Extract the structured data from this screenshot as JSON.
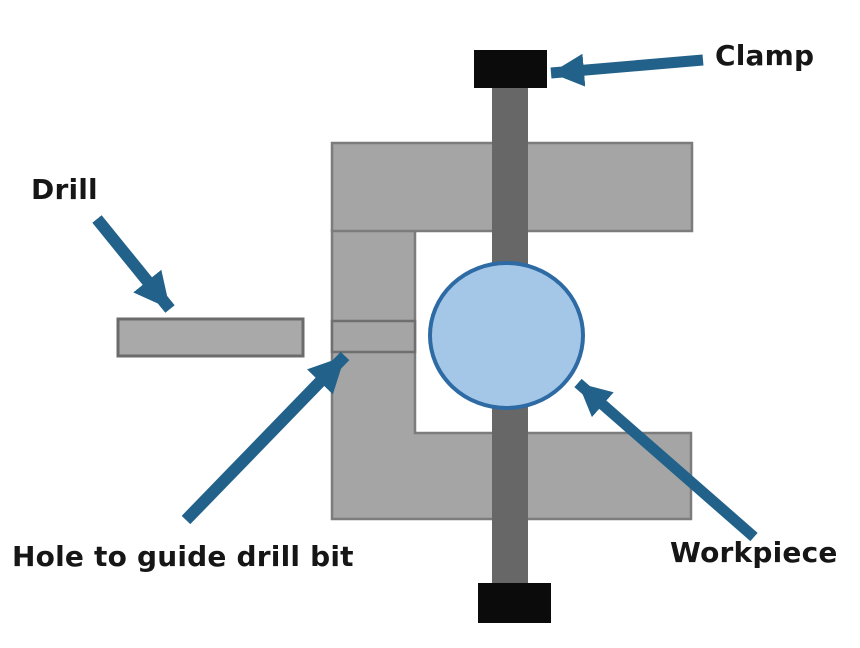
{
  "diagram": {
    "subject": "drill-jig-cross-section",
    "labels": {
      "clamp": "Clamp",
      "drill": "Drill",
      "hole_to_guide_drill_bit": "Hole to guide drill bit",
      "workpiece": "Workpiece"
    },
    "colors": {
      "arrow": "#226189",
      "label_text": "#161616",
      "jig_body_fill": "#a5a5a5",
      "jig_body_border": "#7c7c7c",
      "guide_slot_border": "#6f6f6f",
      "drill_fill": "#a9a9a9",
      "drill_border": "#6b6b6b",
      "clamp_rod": "#676767",
      "clamp_block": "#0b0b0b",
      "workpiece_fill": "#a4c7e8",
      "workpiece_border": "#2e6ba4"
    }
  }
}
